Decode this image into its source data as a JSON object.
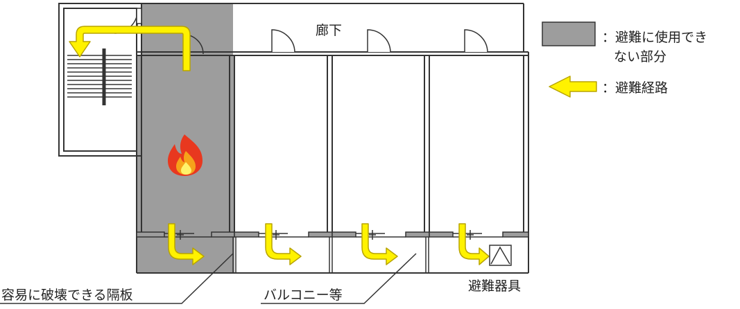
{
  "labels": {
    "corridor": "廊下",
    "partition": "容易に破壊できる隔板",
    "balcony": "バルコニー等",
    "escape_equipment": "避難器具"
  },
  "legend": {
    "unusable_line1": "：避難に使用でき",
    "unusable_line2": "ない部分",
    "route": "：避難経路"
  },
  "colors": {
    "unusable_area": "#9d9d9d",
    "route_arrow": "#fff200",
    "arrow_outline": "#b8a400",
    "wall": "#333333"
  },
  "icons": [
    "fire-icon",
    "escape-equipment-icon",
    "evacuation-arrow-icon"
  ]
}
